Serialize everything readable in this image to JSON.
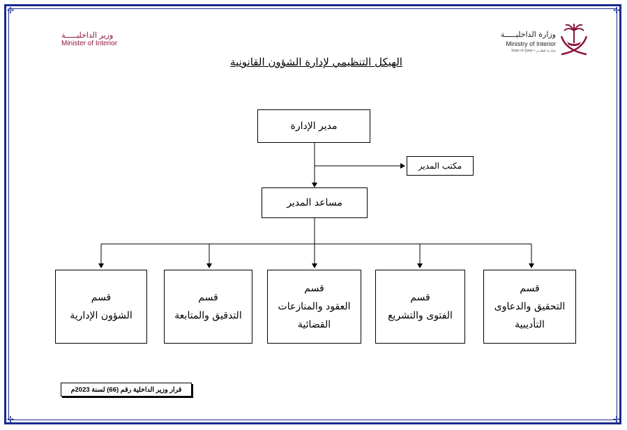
{
  "header": {
    "minister_ar": "وزير الداخليـــــة",
    "minister_en": "Minister of Interior",
    "ministry_ar": "وزارة الداخليـــــة",
    "ministry_en": "Ministry of Interior",
    "state_line": "State of Qatar • دولـــة قطـــر",
    "emblem_icon": "qatar-emblem-icon"
  },
  "title": "الهيكل التنظيمي لإدارة الشؤون القانونية",
  "org_chart": {
    "director": "مدير الإدارة",
    "director_office": "مكتب المدير",
    "assistant_director": "مساعد المدير",
    "sections": [
      {
        "line1": "قسم",
        "line2": "الشؤون الإدارية",
        "line3": ""
      },
      {
        "line1": "قسم",
        "line2": "التدقيق والمتابعة",
        "line3": ""
      },
      {
        "line1": "قسم",
        "line2": "العقود والمنازعات",
        "line3": "القضائية"
      },
      {
        "line1": "قسم",
        "line2": "الفتوى والتشريع",
        "line3": ""
      },
      {
        "line1": "قسم",
        "line2": "التحقيق والدعاوى",
        "line3": "التأديبية"
      }
    ]
  },
  "footer": {
    "decree": "قرار وزير الداخلية رقم (66) لسنة 2023م"
  },
  "colors": {
    "border": "#1a2a8c",
    "brand": "#8a1538"
  }
}
